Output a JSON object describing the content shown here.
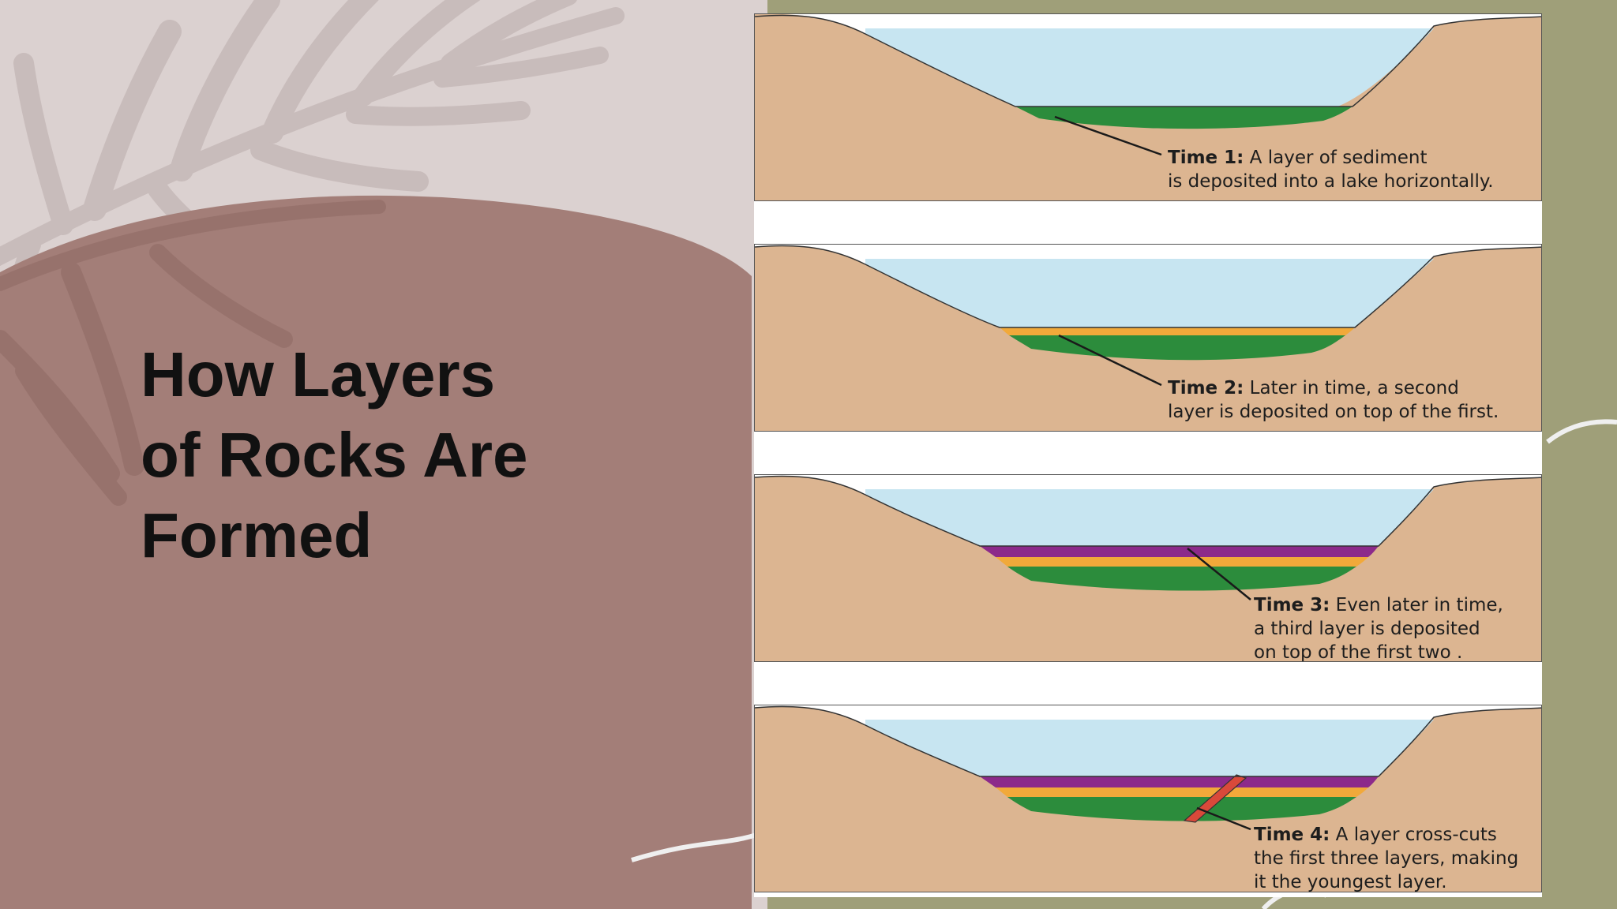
{
  "slide": {
    "title_lines": [
      "How Layers",
      "of Rocks Are",
      "Formed"
    ],
    "colors": {
      "background_olive": "#9f9f79",
      "background_blush": "#dbd1d0",
      "mauve_blob": "#a37e78",
      "title_text": "#111111"
    }
  },
  "diagram": {
    "colors": {
      "ground": "#dcb591",
      "water": "#c7e5f1",
      "sediment_layer_1": "#2c8c3c",
      "sediment_layer_2": "#f1a93a",
      "sediment_layer_3": "#8c2a8a",
      "cross_cutting_layer": "#d9493a"
    },
    "panels": [
      {
        "time_label": "Time 1:",
        "lines": [
          "A layer of sediment",
          "is deposited into a lake horizontally."
        ]
      },
      {
        "time_label": "Time 2:",
        "lines": [
          "Later in time, a second",
          "layer is deposited on top of the first."
        ]
      },
      {
        "time_label": "Time 3:",
        "lines": [
          "Even later in time,",
          "a third layer is deposited",
          "on top of the first two ."
        ]
      },
      {
        "time_label": "Time 4:",
        "lines": [
          "A layer cross-cuts",
          "the first three layers, making",
          "it the youngest layer."
        ]
      }
    ]
  }
}
